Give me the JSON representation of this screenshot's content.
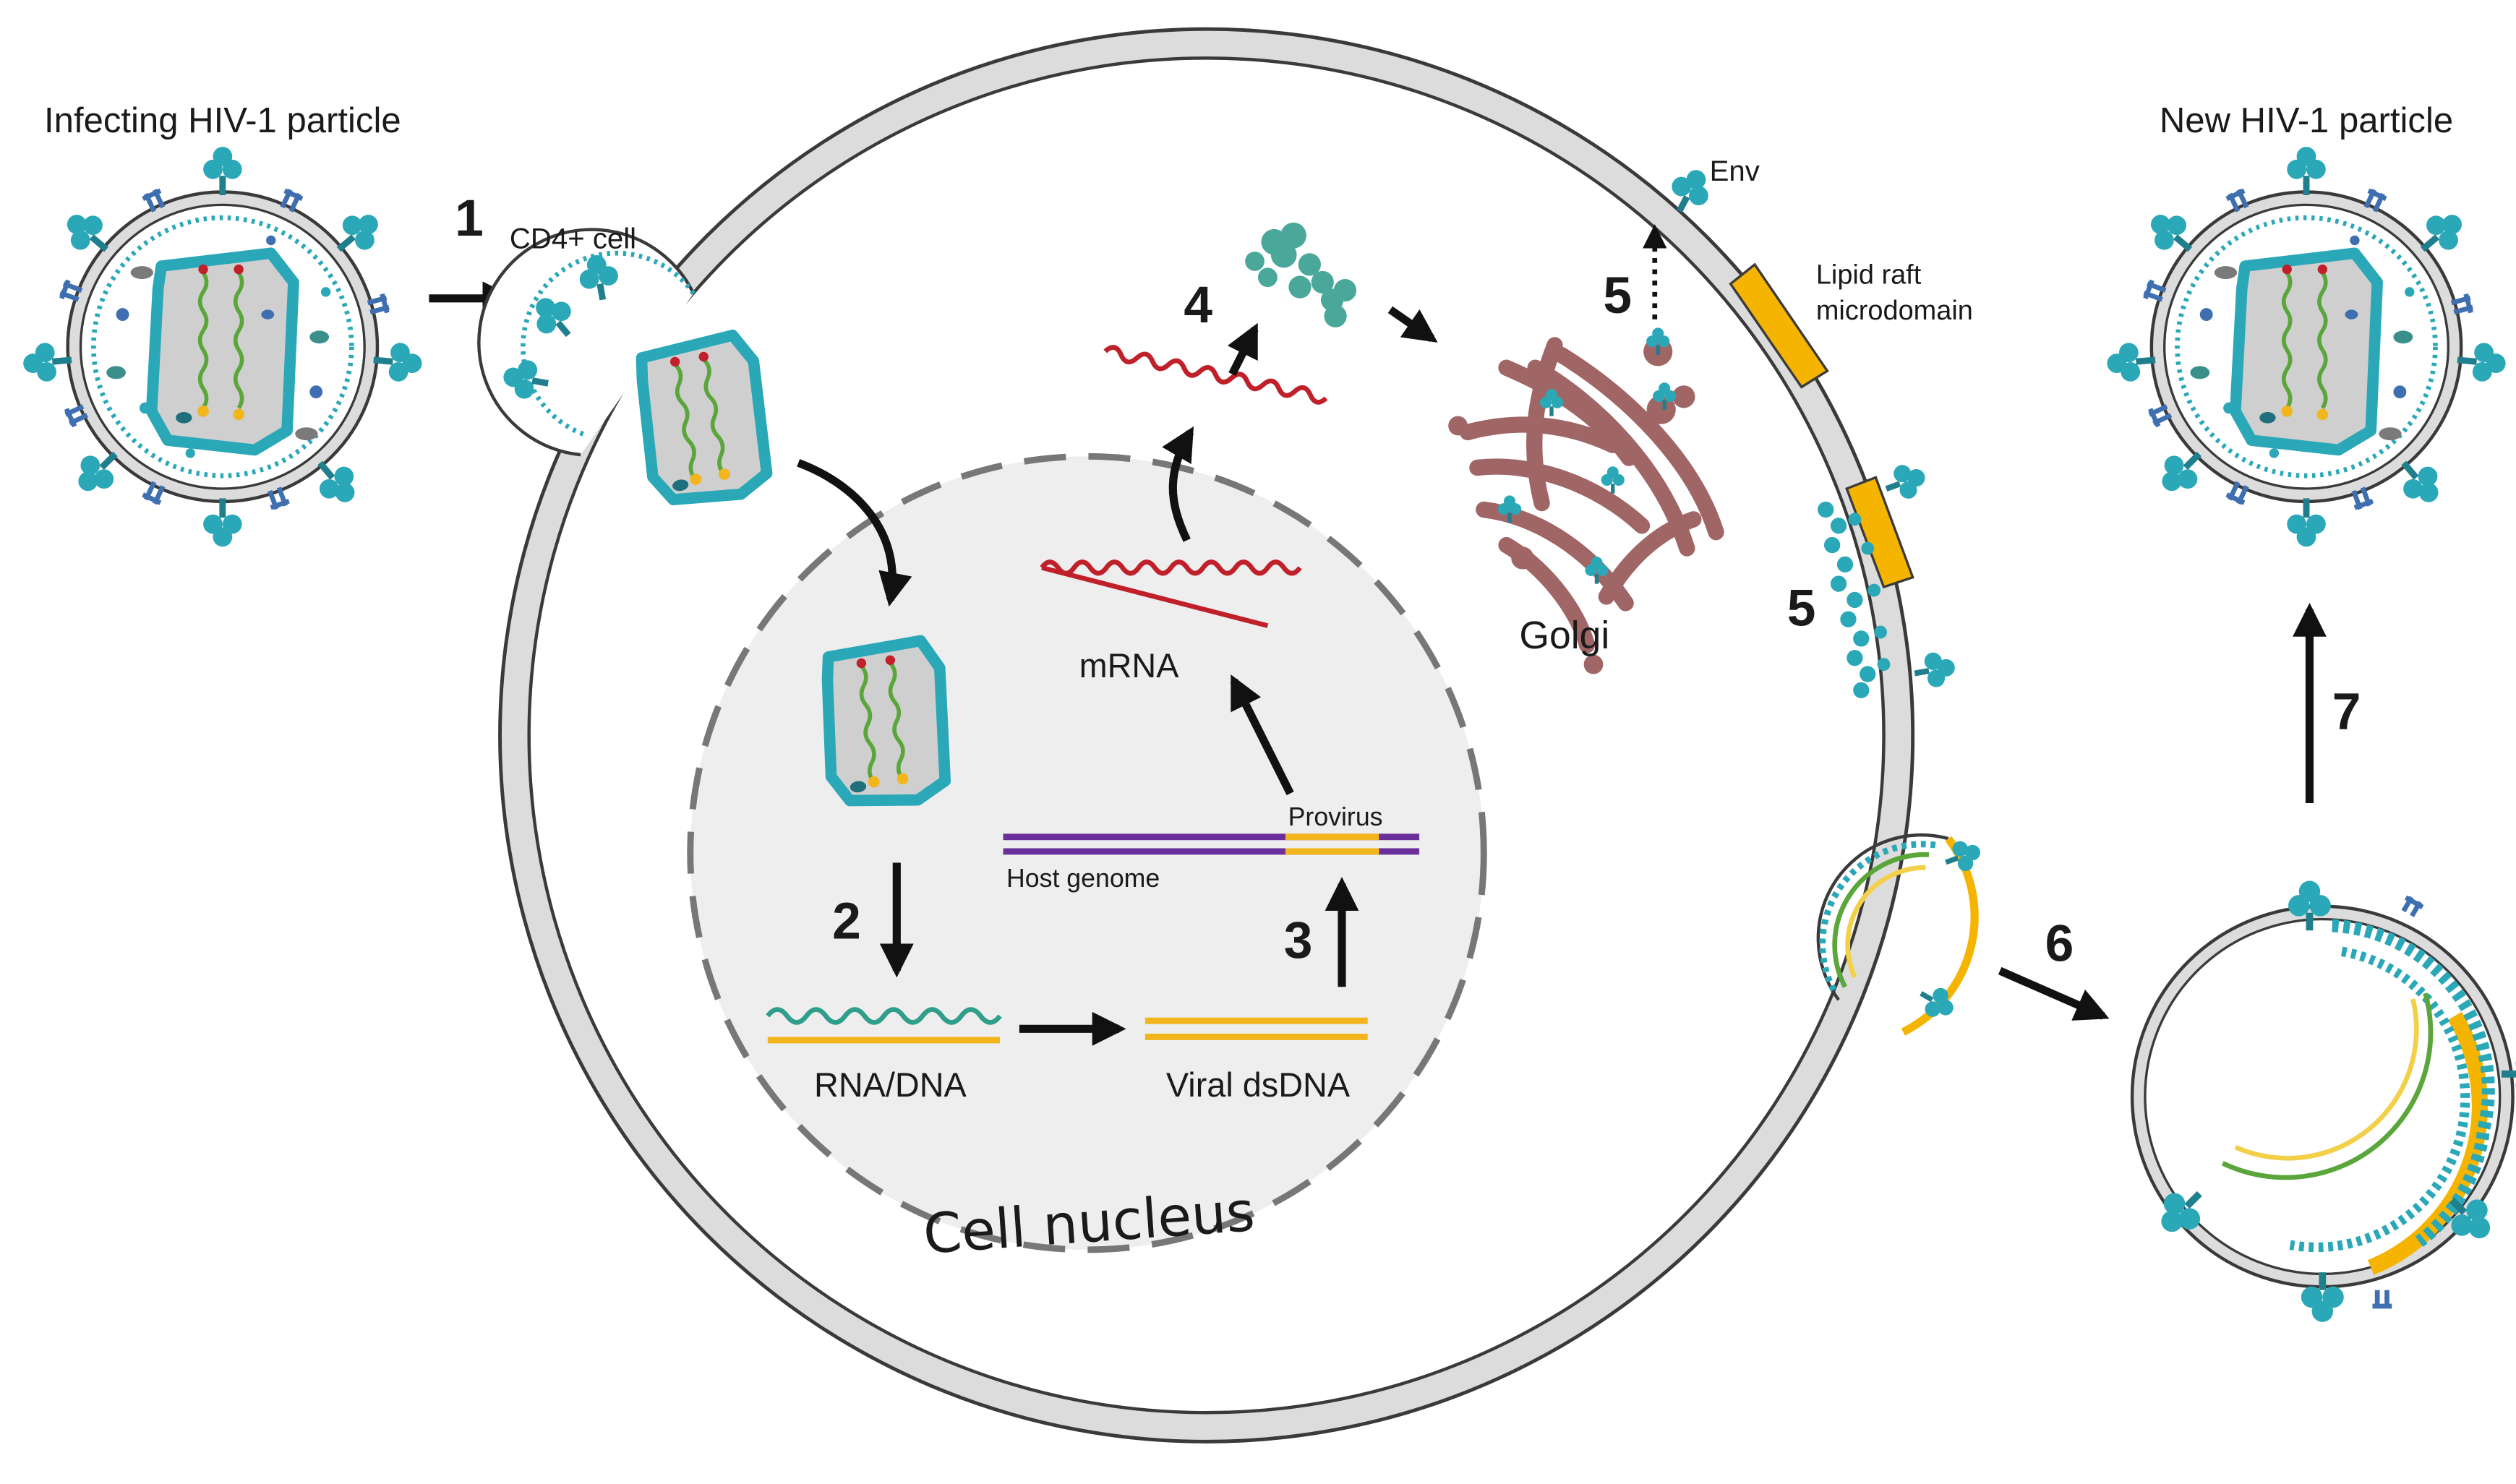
{
  "labels": {
    "infecting_particle": "Infecting HIV-1 particle",
    "new_particle": "New HIV-1 particle",
    "cd4_cell": "CD4+ cell",
    "env": "Env",
    "lipid_raft_line1": "Lipid raft",
    "lipid_raft_line2": "microdomain",
    "golgi": "Golgi",
    "mrna": "mRNA",
    "provirus": "Provirus",
    "host_genome": "Host genome",
    "rna_dna": "RNA/DNA",
    "viral_dsdna": "Viral dsDNA",
    "cell_nucleus": "Cell nucleus"
  },
  "steps": {
    "s1": "1",
    "s2": "2",
    "s3": "3",
    "s4": "4",
    "s5a": "5",
    "s5b": "5",
    "s6": "6",
    "s7": "7"
  },
  "colors": {
    "membrane_gray": "#d9d9d9",
    "membrane_outline": "#3a3a3a",
    "nucleus_fill": "#eeeeee",
    "teal": "#2aa8b8",
    "teal_dark": "#1f7f8c",
    "capsid_teal": "#42b7c4",
    "rna_green": "#2f9e8a",
    "mrna_red": "#c0202a",
    "dna_yellow": "#f2b51c",
    "host_purple": "#6a2f9a",
    "golgi": "#a06565",
    "lipid_raft": "#f5b400",
    "env_blue": "#3f6fb0"
  }
}
